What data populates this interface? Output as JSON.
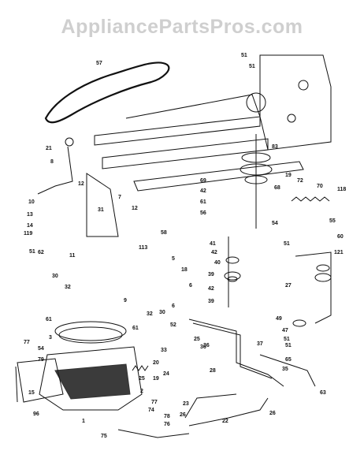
{
  "watermark": {
    "text": "AppliancePartsPros.com"
  },
  "diagram": {
    "part_labels": [
      "57",
      "51",
      "51",
      "83",
      "21",
      "8",
      "72",
      "19",
      "70",
      "118",
      "12",
      "7",
      "69",
      "68",
      "10",
      "42",
      "61",
      "13",
      "31",
      "55",
      "58",
      "56",
      "12",
      "14",
      "119",
      "41",
      "54",
      "11",
      "113",
      "42",
      "40",
      "51",
      "51",
      "5",
      "60",
      "121",
      "39",
      "42",
      "39",
      "36",
      "27",
      "30",
      "32",
      "18",
      "6",
      "9",
      "61",
      "6",
      "32",
      "30",
      "61",
      "52",
      "25",
      "36",
      "37",
      "49",
      "35",
      "51",
      "62",
      "54",
      "79",
      "3",
      "77",
      "2",
      "33",
      "20",
      "24",
      "19",
      "25",
      "74",
      "77",
      "28",
      "26",
      "23",
      "22",
      "78",
      "76",
      "26",
      "63",
      "15",
      "96",
      "1",
      "75",
      "47",
      "65",
      "51"
    ]
  }
}
